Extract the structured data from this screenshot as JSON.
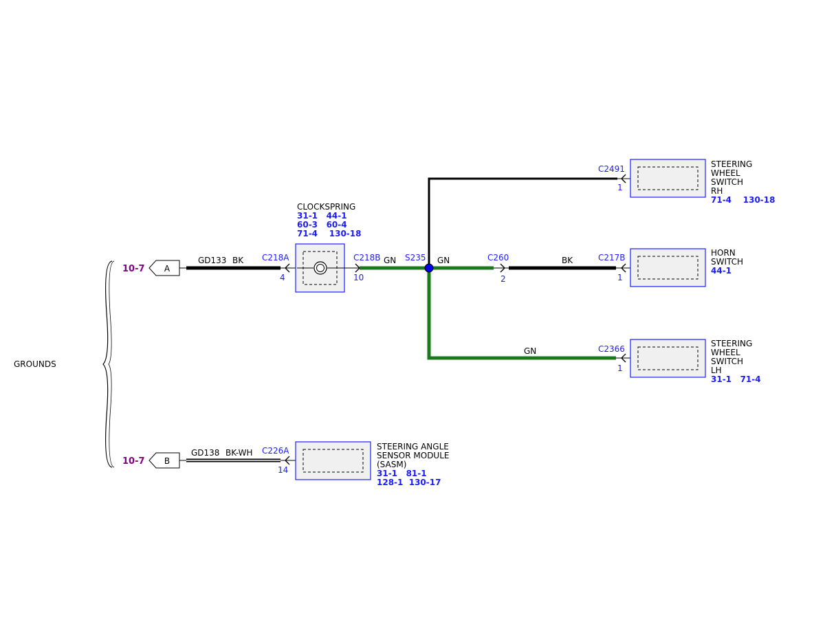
{
  "groups": {
    "grounds_label": "GROUNDS"
  },
  "offpage": [
    {
      "letter": "A",
      "page_ref": "10-7"
    },
    {
      "letter": "B",
      "page_ref": "10-7"
    }
  ],
  "wires": {
    "gd133": {
      "circuit": "GD133",
      "color": "BK"
    },
    "gd138": {
      "circuit": "GD138",
      "color": "BK-WH"
    },
    "gn_a": "GN",
    "gn_b": "GN",
    "gn_c": "GN",
    "bk_horn": "BK"
  },
  "splice": {
    "id": "S235"
  },
  "clockspring": {
    "name": "CLOCKSPRING",
    "refs": [
      "31-1   44-1",
      "60-3   60-4",
      "71-4    130-18"
    ],
    "conn_in": "C218A",
    "pin_in": "4",
    "conn_out": "C218B",
    "pin_out": "10"
  },
  "inline": {
    "conn": "C260",
    "pin": "2"
  },
  "sws_rh": {
    "name": [
      "STEERING",
      "WHEEL",
      "SWITCH",
      "RH"
    ],
    "refs": "71-4    130-18",
    "conn": "C2491",
    "pin": "1"
  },
  "horn": {
    "name": [
      "HORN",
      "SWITCH"
    ],
    "refs": "44-1",
    "conn": "C217B",
    "pin": "1"
  },
  "sws_lh": {
    "name": [
      "STEERING",
      "WHEEL",
      "SWITCH",
      "LH"
    ],
    "refs": "31-1   71-4",
    "conn": "C2366",
    "pin": "1"
  },
  "sasm": {
    "name": [
      "STEERING ANGLE",
      "SENSOR MODULE",
      "(SASM)"
    ],
    "refs": [
      "31-1   81-1",
      "128-1  130-17"
    ],
    "conn": "C226A",
    "pin": "14"
  },
  "colors": {
    "wire_black": "#000000",
    "wire_green": "#1a7a1a",
    "connector_text": "#1a1aff",
    "page_ref": "#800080",
    "splice_dot": "#0000ee"
  }
}
